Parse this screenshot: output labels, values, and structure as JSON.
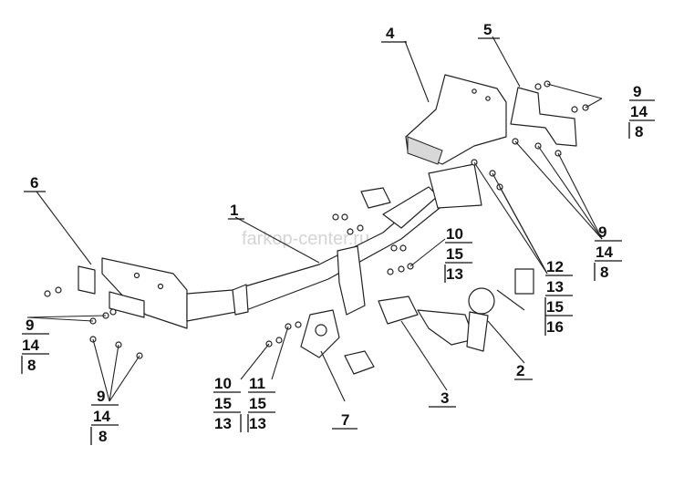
{
  "watermark": "farkop-center.ru",
  "labels": {
    "1": "1",
    "2": "2",
    "3": "3",
    "4": "4",
    "5": "5",
    "6": "6",
    "7": "7"
  },
  "stack_right": [
    "9",
    "14",
    "8"
  ],
  "stack_right_low": [
    "9",
    "14",
    "8"
  ],
  "stack_left": [
    "9",
    "14",
    "8"
  ],
  "stack_left_low": [
    "9",
    "14",
    "8"
  ],
  "stack_mid": [
    "10",
    "15",
    "13"
  ],
  "stack_bl_a": [
    "10",
    "15",
    "13"
  ],
  "stack_bl_b": [
    "11",
    "15",
    "13"
  ],
  "stack_bolts": [
    "12",
    "13",
    "15",
    "16"
  ]
}
